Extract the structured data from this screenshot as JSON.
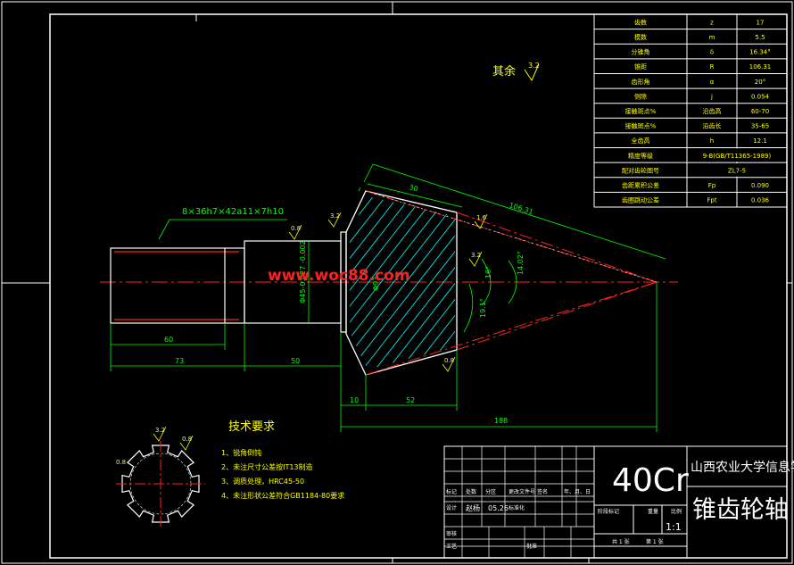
{
  "watermark": "www.woc88.com",
  "params_table": {
    "rows": [
      {
        "name": "齿数",
        "sym": "z",
        "val": "17"
      },
      {
        "name": "模数",
        "sym": "m",
        "val": "5.5"
      },
      {
        "name": "分锥角",
        "sym": "δ",
        "val": "16.34°"
      },
      {
        "name": "锥距",
        "sym": "R",
        "val": "106.31"
      },
      {
        "name": "齿形角",
        "sym": "α",
        "val": "20°"
      },
      {
        "name": "侧隙",
        "sym": "j",
        "val": "0.054"
      },
      {
        "name": "接触斑点%",
        "sym": "沿齿高",
        "val": "60-70"
      },
      {
        "name": "接触斑点%",
        "sym": "沿齿长",
        "val": "35-65"
      },
      {
        "name": "全齿高",
        "sym": "h",
        "val": "12.1"
      },
      {
        "name": "精度等级",
        "span": "9-B(GB/T11365-1989)"
      },
      {
        "name": "配对齿轮图号",
        "span": "ZL7-5"
      },
      {
        "name": "齿距累积公差",
        "sym": "Fp",
        "val": "0.090"
      },
      {
        "name": "齿圈跳动公差",
        "sym": "Fpt",
        "val": "0.036"
      }
    ]
  },
  "roughness_note": {
    "label": "其余",
    "value": "3.2"
  },
  "spline_callout": "8×36h7×42a11×7h10",
  "dimensions": {
    "len_60": "60",
    "len_73": "73",
    "len_50": "50",
    "len_10": "10",
    "len_52": "52",
    "len_188": "188",
    "cone_106": "106.31",
    "face_30": "30",
    "diam_shaft": "Φ45-0.027 -0.002",
    "diam_93": "Φ93",
    "ang_1": "14.02°",
    "ang_2": "16°",
    "ang_3": "19.1°",
    "rough_08a": "0.8",
    "rough_32a": "3.2",
    "rough_16": "1.6",
    "rough_32b": "3.2",
    "rough_08b": "0.8",
    "rough_32c": "3.2",
    "rough_08c": "0.8"
  },
  "tech_req": {
    "title": "技术要求",
    "items": [
      "1、锐角倒钝",
      "2、未注尺寸公差按IT13制造",
      "3、调质处理，HRC45-50",
      "4、未注形状公差符合GB1184-80要求"
    ]
  },
  "title_block": {
    "material": "40Cr",
    "school": "山西农业大学信息学院",
    "part_name": "锥齿轮轴",
    "scale": "1:1",
    "row_labels": [
      "标记",
      "处数",
      "分区",
      "更改文件号",
      "签名",
      "年、月、日"
    ],
    "designer_label": "设计",
    "designer": "赵杨",
    "date": "05.26",
    "std_label": "标准化",
    "check_label": "审核",
    "process_label": "工艺",
    "approve_label": "批准",
    "stage_label": "阶段标记",
    "weight_label": "重量",
    "ratio_label": "比例",
    "sheets": "共 1 张",
    "sheet_no": "第 1 张"
  }
}
